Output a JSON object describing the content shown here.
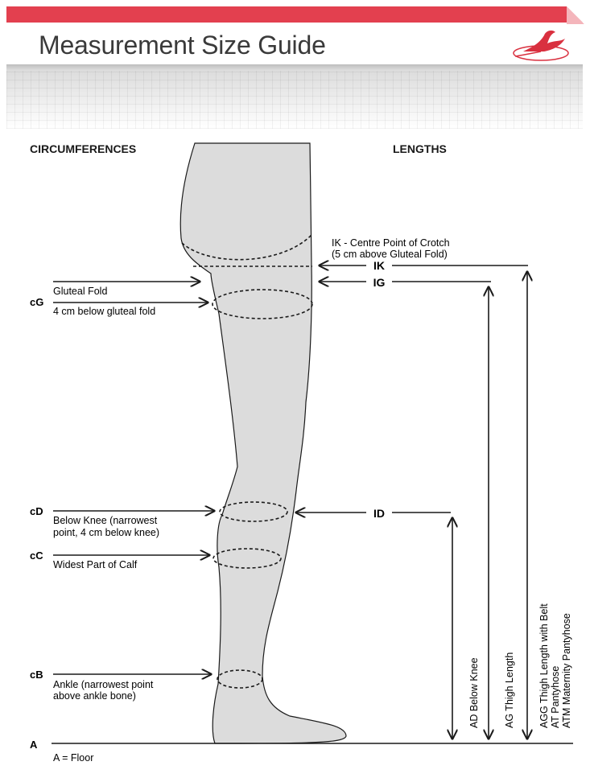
{
  "header": {
    "title": "Measurement Size Guide"
  },
  "sections": {
    "circumferences": "CIRCUMFERENCES",
    "lengths": "LENGTHS"
  },
  "circumferences": {
    "cG": {
      "code": "cG",
      "label_upper": "Gluteal Fold",
      "label_lower": "4 cm below gluteal fold"
    },
    "cD": {
      "code": "cD",
      "line1": "Below Knee (narrowest",
      "line2": "point, 4 cm below knee)"
    },
    "cC": {
      "code": "cC",
      "label": "Widest Part of Calf"
    },
    "cB": {
      "code": "cB",
      "line1": "Ankle (narrowest point",
      "line2": "above ankle bone)"
    }
  },
  "points": {
    "IK": {
      "code": "IK",
      "line1": "IK - Centre Point of Crotch",
      "line2": "(5 cm above Gluteal Fold)"
    },
    "IG": {
      "code": "IG"
    },
    "ID": {
      "code": "ID"
    },
    "A": {
      "code": "A",
      "note": "A = Floor"
    }
  },
  "lengths": {
    "AD": "AD Below Knee",
    "AG": "AG Thigh Length",
    "AGG": "AGG Thigh Length with Belt",
    "AT": "AT Pantyhose",
    "ATM": "ATM Maternity Pantyhose"
  },
  "colors": {
    "brand_red": "#e3404f",
    "leg_fill": "#dcdcdc"
  }
}
